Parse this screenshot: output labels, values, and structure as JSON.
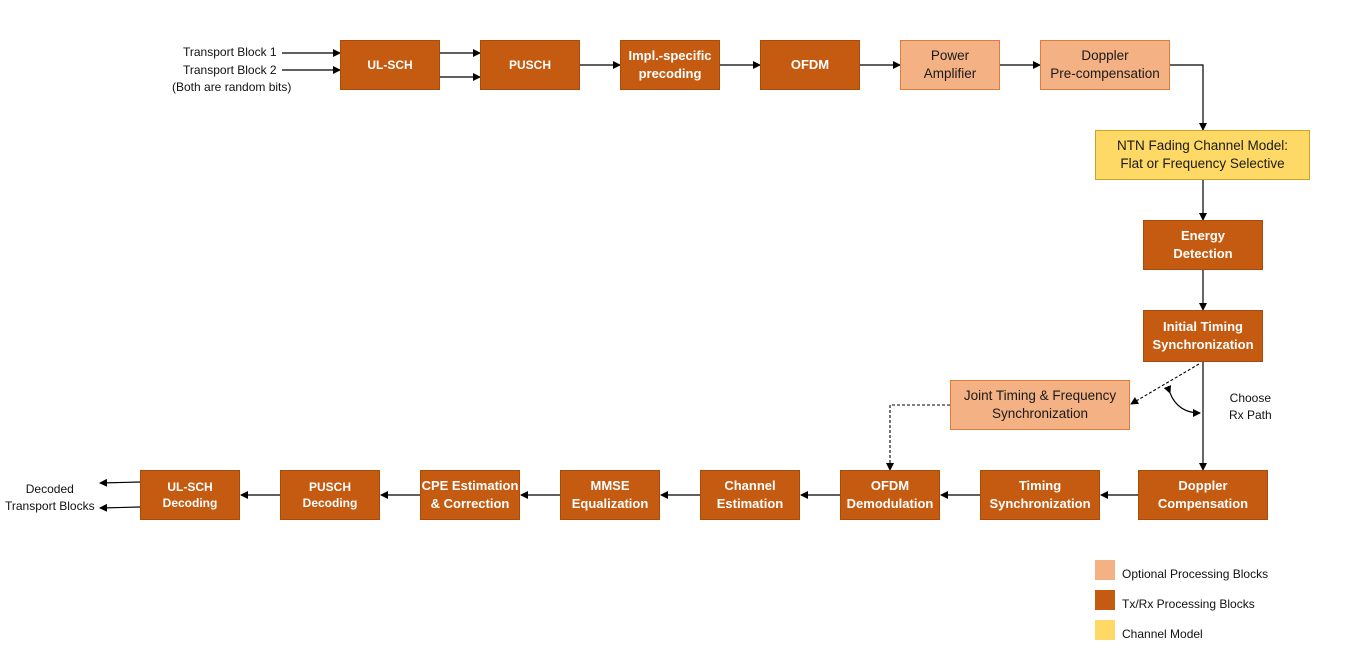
{
  "inputs": {
    "tb1": "Transport Block 1",
    "tb2": "Transport Block 2",
    "note": "(Both are random bits)"
  },
  "tx_blocks": {
    "ulsch": "UL-SCH",
    "pusch": "PUSCH",
    "precoding": "Impl.-specific\nprecoding",
    "ofdm": "OFDM",
    "power_amp": "Power\nAmplifier",
    "doppler_pre": "Doppler\nPre-compensation"
  },
  "channel": {
    "model": "NTN Fading Channel Model:\nFlat or Frequency Selective"
  },
  "rx_blocks": {
    "energy": "Energy\nDetection",
    "initial_timing": "Initial Timing\nSynchronization",
    "joint": "Joint Timing & Frequency\nSynchronization",
    "doppler_comp": "Doppler\nCompensation",
    "timing_sync": "Timing\nSynchronization",
    "ofdm_demod": "OFDM\nDemodulation",
    "chan_est": "Channel\nEstimation",
    "mmse": "MMSE\nEqualization",
    "cpe": "CPE Estimation\n&  Correction",
    "pusch_dec": "PUSCH\nDecoding",
    "ulsch_dec": "UL-SCH\nDecoding"
  },
  "labels": {
    "choose_path": "Choose\nRx Path",
    "output": "Decoded\nTransport Blocks"
  },
  "legend": [
    {
      "label": "Optional Processing Blocks",
      "color": "#f4b183"
    },
    {
      "label": "Tx/Rx Processing Blocks",
      "color": "#c55a11"
    },
    {
      "label": "Channel Model",
      "color": "#ffd966"
    }
  ],
  "colors": {
    "processing": "#c55a11",
    "optional": "#f4b183",
    "channel": "#ffd966",
    "line": "#000000"
  }
}
